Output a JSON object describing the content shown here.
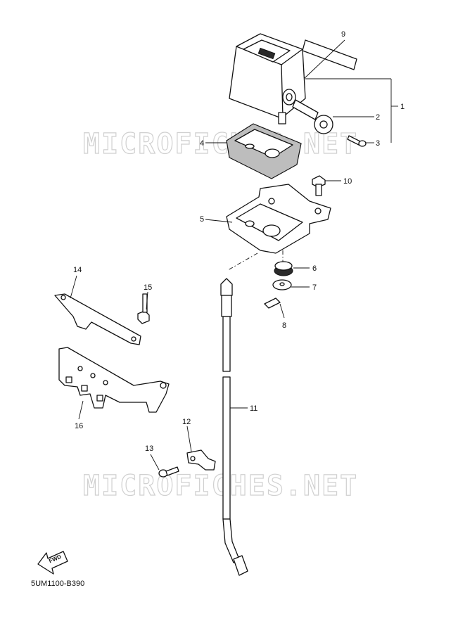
{
  "watermark": "MICROFICHES.NET",
  "diagram_code": "5UM1100-B390",
  "fwd_label": "FWD",
  "callouts": {
    "c1": "1",
    "c2": "2",
    "c3": "3",
    "c4": "4",
    "c5": "5",
    "c6": "6",
    "c7": "7",
    "c8": "8",
    "c9": "9",
    "c10": "10",
    "c11": "11",
    "c12": "12",
    "c13": "13",
    "c14": "14",
    "c15": "15",
    "c16": "16"
  },
  "colors": {
    "line": "#111111",
    "watermark": "#d0d0d0",
    "background": "#ffffff"
  }
}
